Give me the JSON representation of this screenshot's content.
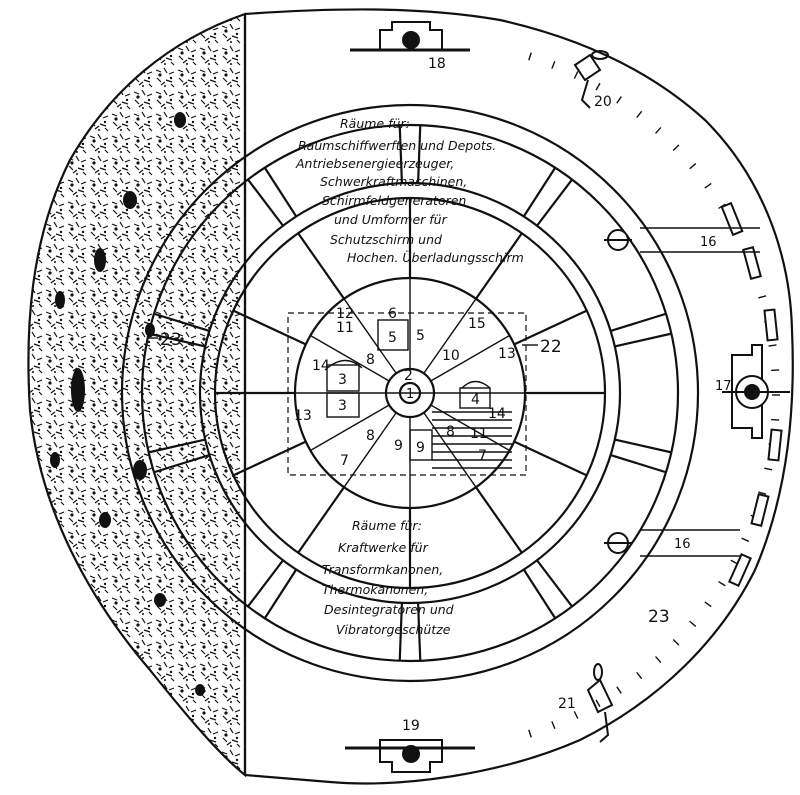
{
  "upper_block": {
    "lines": [
      "Räume          für:",
      "Raumschiffwerften und Depots.",
      "Antriebsenergieerzeuger,",
      "Schwerkraftmaschinen,",
      "Schirmfeldgeneratoren",
      "und Umformer für",
      "Schutzschirm und",
      "Hochen. Überladungsschirm"
    ]
  },
  "lower_block": {
    "lines": [
      "Räume        für:",
      "Kraftwerke    für",
      "Transformkanonen,",
      "Thermokanonen,",
      "Desintegratoren und",
      "Vibratorgeschütze"
    ]
  },
  "labels": {
    "n1": "1",
    "n2": "2",
    "n3a": "3",
    "n3b": "3",
    "n4": "4",
    "n5a": "5",
    "n5b": "5",
    "n6": "6",
    "n7a": "7",
    "n7b": "7",
    "n8a": "8",
    "n8b": "8",
    "n8c": "8",
    "n9a": "9",
    "n9b": "9",
    "n10": "10",
    "n11a": "11",
    "n11b": "11",
    "n12": "12",
    "n13a": "13",
    "n13b": "13",
    "n14a": "14",
    "n14b": "14",
    "n15": "15",
    "n16a": "16",
    "n16b": "16",
    "n17": "17",
    "n18": "18",
    "n19": "19",
    "n20": "20",
    "n21": "21",
    "n22": "22",
    "n23a": "23",
    "n23b": "23"
  }
}
